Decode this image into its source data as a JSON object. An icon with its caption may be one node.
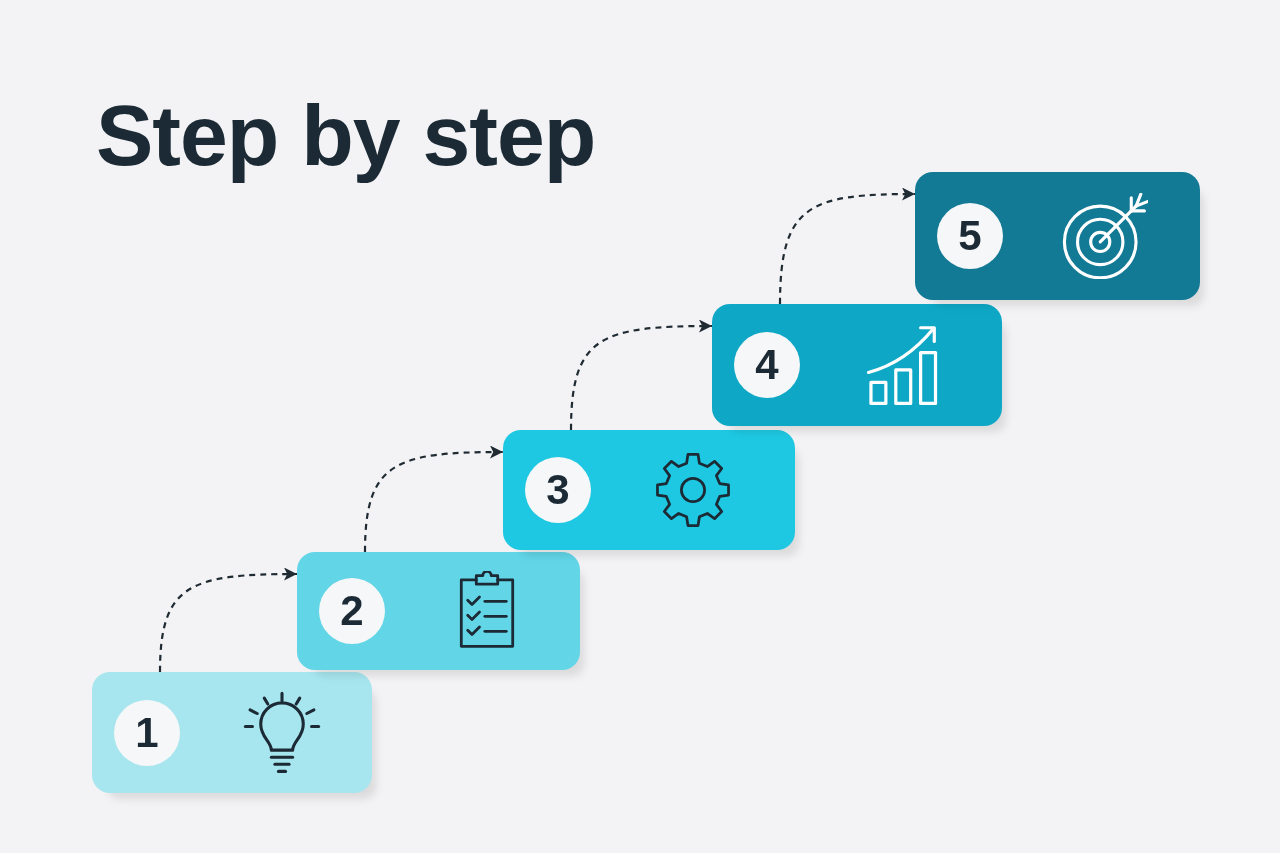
{
  "diagram": {
    "title": "Step by step",
    "nodes": [
      {
        "text": [
          "1"
        ]
      },
      {
        "text": [
          "2"
        ]
      },
      {
        "text": [
          "3"
        ]
      },
      {
        "text": [
          "4"
        ]
      },
      {
        "text": [
          "5"
        ]
      }
    ],
    "edges": [
      {
        "from": 0,
        "to": 1,
        "arrow": "to",
        "style": "dashed"
      },
      {
        "from": 1,
        "to": 2,
        "arrow": "to",
        "style": "dashed"
      },
      {
        "from": 2,
        "to": 3,
        "arrow": "to",
        "style": "dashed"
      },
      {
        "from": 3,
        "to": 4,
        "arrow": "to",
        "style": "dashed"
      }
    ]
  }
}
